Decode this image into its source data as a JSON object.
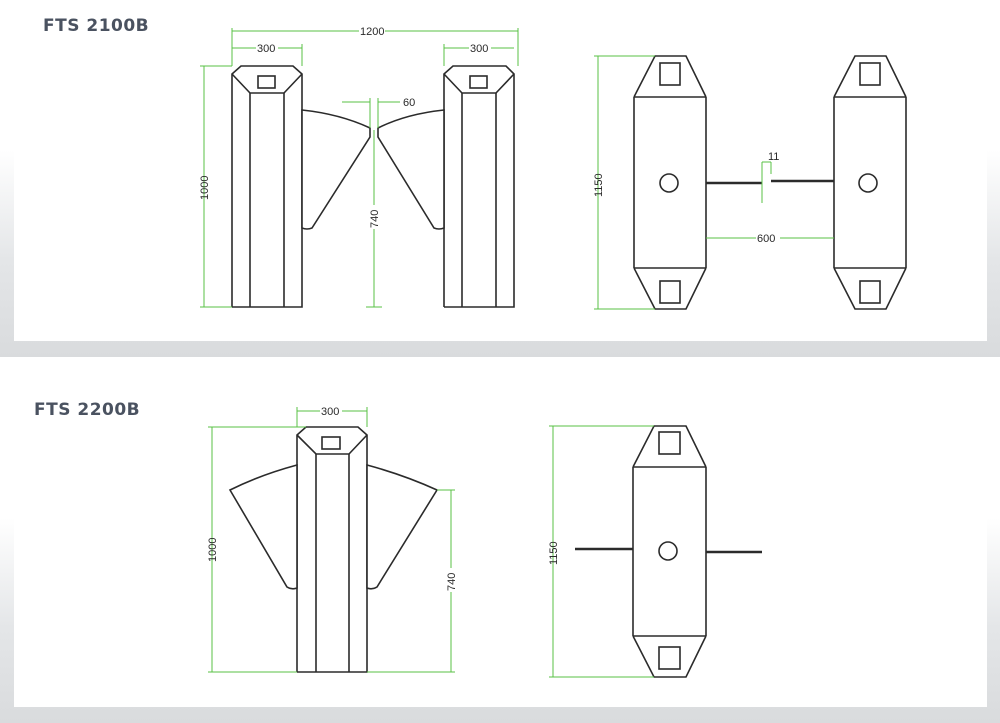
{
  "models": [
    {
      "name": "FTS 2100B",
      "front_view": {
        "dim_overall_width": "1200",
        "dim_left_width": "300",
        "dim_right_width": "300",
        "dim_height": "1000",
        "dim_flap_gap": "60",
        "dim_flap_height": "740"
      },
      "top_view": {
        "dim_length": "1150",
        "dim_arm_gap": "11",
        "dim_spacing": "600"
      }
    },
    {
      "name": "FTS 2200B",
      "front_view": {
        "dim_width": "300",
        "dim_height": "1000",
        "dim_flap_height": "740"
      },
      "top_view": {
        "dim_length": "1150"
      }
    }
  ],
  "colors": {
    "outline": "#2b2b2b",
    "dimension": "#58c244",
    "title": "#4a5260"
  }
}
